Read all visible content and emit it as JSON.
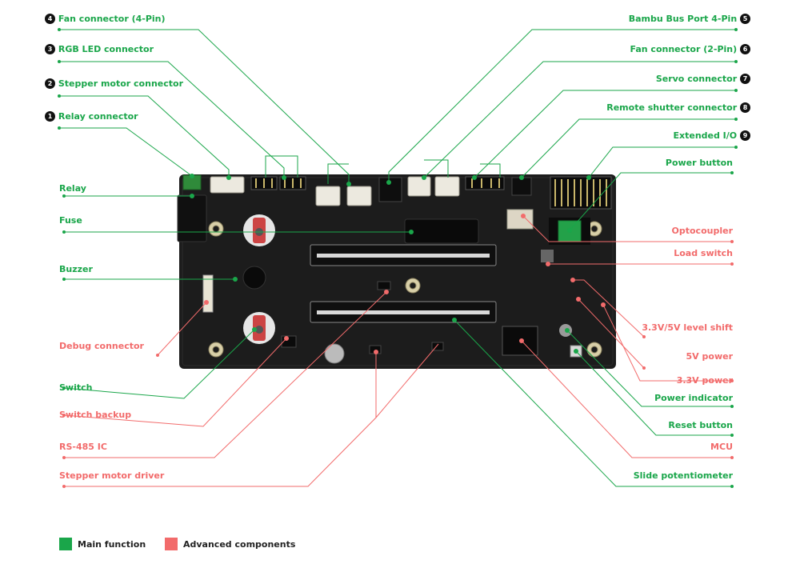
{
  "colors": {
    "main": "#1aa64a",
    "advanced": "#f26b6b",
    "board": "#1c1c1c"
  },
  "labels": {
    "fan_connector_4pin": {
      "text": "Fan connector (4-Pin)",
      "number": "4"
    },
    "rgb_led_connector": {
      "text": "RGB LED connector",
      "number": "3"
    },
    "stepper_motor_connector": {
      "text": "Stepper motor connector",
      "number": "2"
    },
    "relay_connector": {
      "text": "Relay connector",
      "number": "1"
    },
    "relay": {
      "text": "Relay"
    },
    "fuse": {
      "text": "Fuse"
    },
    "buzzer": {
      "text": "Buzzer"
    },
    "debug_connector": {
      "text": "Debug connector"
    },
    "switch": {
      "text": "Switch"
    },
    "switch_backup": {
      "text": "Switch backup"
    },
    "rs485_ic": {
      "text": "RS-485 IC"
    },
    "stepper_motor_driver": {
      "text": "Stepper motor driver"
    },
    "bambu_bus_port": {
      "text": "Bambu Bus Port 4-Pin",
      "number": "5"
    },
    "fan_connector_2pin": {
      "text": "Fan connector (2-Pin)",
      "number": "6"
    },
    "servo_connector": {
      "text": "Servo connector",
      "number": "7"
    },
    "remote_shutter_connector": {
      "text": "Remote shutter connector",
      "number": "8"
    },
    "extended_io": {
      "text": "Extended I/O",
      "number": "9"
    },
    "power_button": {
      "text": "Power button"
    },
    "optocoupler": {
      "text": "Optocoupler"
    },
    "load_switch": {
      "text": "Load switch"
    },
    "level_shift": {
      "text": "3.3V/5V level shift"
    },
    "power_5v": {
      "text": "5V power"
    },
    "power_3v3": {
      "text": "3.3V power"
    },
    "power_indicator": {
      "text": "Power indicator"
    },
    "reset_button": {
      "text": "Reset button"
    },
    "mcu": {
      "text": "MCU"
    },
    "slide_potentiometer": {
      "text": "Slide potentiometer"
    }
  },
  "legend": {
    "main": "Main function",
    "advanced": "Advanced components"
  }
}
